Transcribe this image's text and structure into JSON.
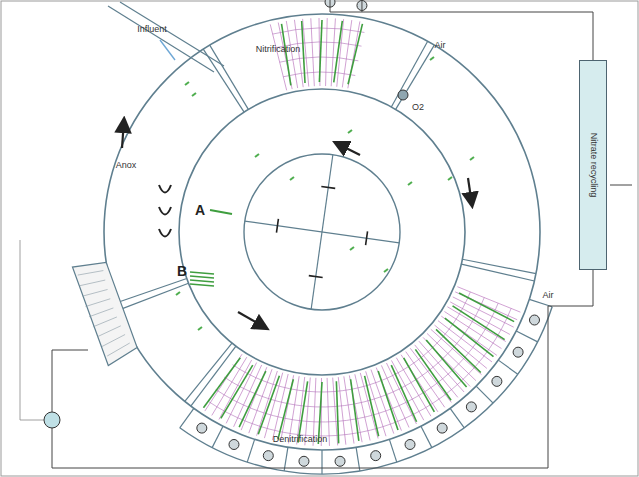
{
  "diagram": {
    "nodes": [
      {
        "text": [
          "Nitrate recycling"
        ]
      }
    ],
    "labels": [
      "Influent",
      "Nitrification",
      "Air",
      "O2",
      "Air",
      "Denitrification",
      "Anox",
      "A",
      "B"
    ]
  }
}
